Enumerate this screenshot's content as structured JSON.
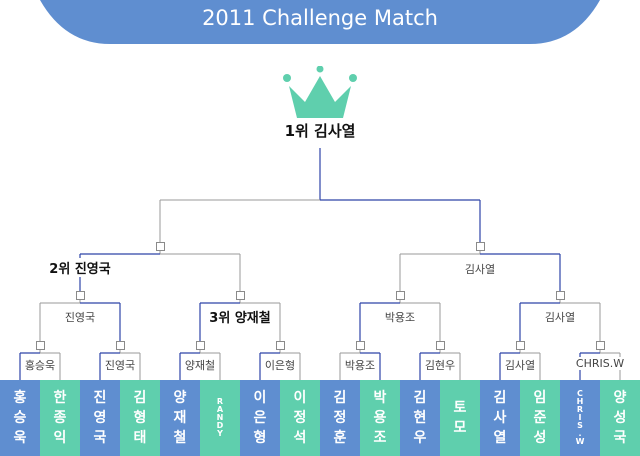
{
  "header": {
    "title": "2011 Challenge Match",
    "color": "#5f8ed0"
  },
  "colors": {
    "blue": "#5f8ed0",
    "green": "#5fcfad",
    "winner_line": "#2d44a8",
    "gray_line": "#9a9a9a",
    "crown": "#5fcfad"
  },
  "bracket": {
    "champion": "1위 김사열",
    "semifinal_left": "2위 진영국",
    "semifinal_right": "김사열",
    "quarterfinals": [
      "진영국",
      "3위 양재철",
      "박용조",
      "김사열"
    ],
    "round_of_16": [
      "홍승욱",
      "진영국",
      "양재철",
      "이은형",
      "박용조",
      "김현우",
      "김사열",
      "CHRIS.W"
    ]
  },
  "players": [
    {
      "name": "홍승욱",
      "color": "blue"
    },
    {
      "name": "한종익",
      "color": "green"
    },
    {
      "name": "진영국",
      "color": "blue"
    },
    {
      "name": "김형태",
      "color": "green"
    },
    {
      "name": "양재철",
      "color": "blue"
    },
    {
      "name": "RANDY",
      "color": "green"
    },
    {
      "name": "이은형",
      "color": "blue"
    },
    {
      "name": "이정석",
      "color": "green"
    },
    {
      "name": "김정훈",
      "color": "blue"
    },
    {
      "name": "박용조",
      "color": "green"
    },
    {
      "name": "김현우",
      "color": "blue"
    },
    {
      "name": "토모",
      "color": "green"
    },
    {
      "name": "김사열",
      "color": "blue"
    },
    {
      "name": "임준성",
      "color": "green"
    },
    {
      "name": "CHRIS.W",
      "color": "blue"
    },
    {
      "name": "양성국",
      "color": "green"
    }
  ]
}
